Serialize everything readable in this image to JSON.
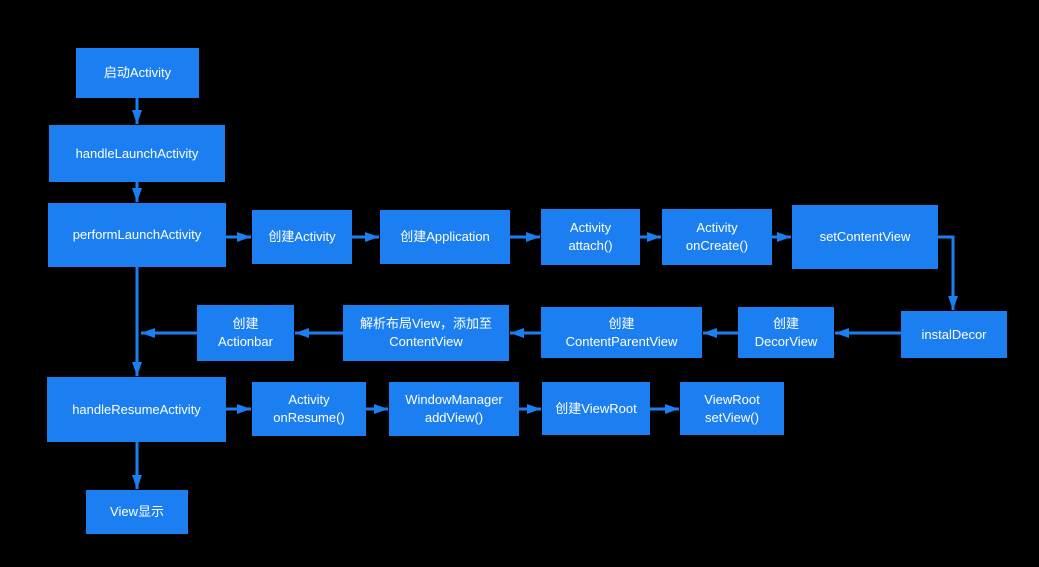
{
  "colors": {
    "background": "#000000",
    "node_fill": "#1b7ff2",
    "node_text": "#ffffff",
    "connector": "#1b7ff2"
  },
  "diagram": {
    "nodes": [
      {
        "id": "start-activity",
        "label": "启动Activity"
      },
      {
        "id": "handle-launch-activity",
        "label": "handleLaunchActivity"
      },
      {
        "id": "perform-launch-activity",
        "label": "performLaunchActivity"
      },
      {
        "id": "create-activity",
        "label": "创建Activity"
      },
      {
        "id": "create-application",
        "label": "创建Application"
      },
      {
        "id": "activity-attach",
        "label": "Activity\nattach()"
      },
      {
        "id": "activity-oncreate",
        "label": "Activity\nonCreate()"
      },
      {
        "id": "set-content-view",
        "label": "setContentView"
      },
      {
        "id": "instal-decor",
        "label": "instalDecor"
      },
      {
        "id": "create-decor-view",
        "label": "创建\nDecorView"
      },
      {
        "id": "create-content-parent-view",
        "label": "创建\nContentParentView"
      },
      {
        "id": "parse-layout-view",
        "label": "解析布局View，添加至\nContentView"
      },
      {
        "id": "create-actionbar",
        "label": "创建\nActionbar"
      },
      {
        "id": "handle-resume-activity",
        "label": "handleResumeActivity"
      },
      {
        "id": "activity-onresume",
        "label": "Activity\nonResume()"
      },
      {
        "id": "window-manager-add-view",
        "label": "WindowManager\naddView()"
      },
      {
        "id": "create-view-root",
        "label": "创建ViewRoot"
      },
      {
        "id": "view-root-set-view",
        "label": "ViewRoot\nsetView()"
      },
      {
        "id": "view-display",
        "label": "View显示"
      }
    ],
    "edges": [
      {
        "from": "start-activity",
        "to": "handle-launch-activity"
      },
      {
        "from": "handle-launch-activity",
        "to": "perform-launch-activity"
      },
      {
        "from": "perform-launch-activity",
        "to": "create-activity"
      },
      {
        "from": "create-activity",
        "to": "create-application"
      },
      {
        "from": "create-application",
        "to": "activity-attach"
      },
      {
        "from": "activity-attach",
        "to": "activity-oncreate"
      },
      {
        "from": "activity-oncreate",
        "to": "set-content-view"
      },
      {
        "from": "set-content-view",
        "to": "instal-decor"
      },
      {
        "from": "instal-decor",
        "to": "create-decor-view"
      },
      {
        "from": "create-decor-view",
        "to": "create-content-parent-view"
      },
      {
        "from": "create-content-parent-view",
        "to": "parse-layout-view"
      },
      {
        "from": "parse-layout-view",
        "to": "create-actionbar"
      },
      {
        "from": "create-actionbar",
        "to": "perform-launch-activity-trunk"
      },
      {
        "from": "perform-launch-activity",
        "to": "handle-resume-activity"
      },
      {
        "from": "handle-resume-activity",
        "to": "activity-onresume"
      },
      {
        "from": "activity-onresume",
        "to": "window-manager-add-view"
      },
      {
        "from": "window-manager-add-view",
        "to": "create-view-root"
      },
      {
        "from": "create-view-root",
        "to": "view-root-set-view"
      },
      {
        "from": "handle-resume-activity",
        "to": "view-display"
      }
    ]
  }
}
